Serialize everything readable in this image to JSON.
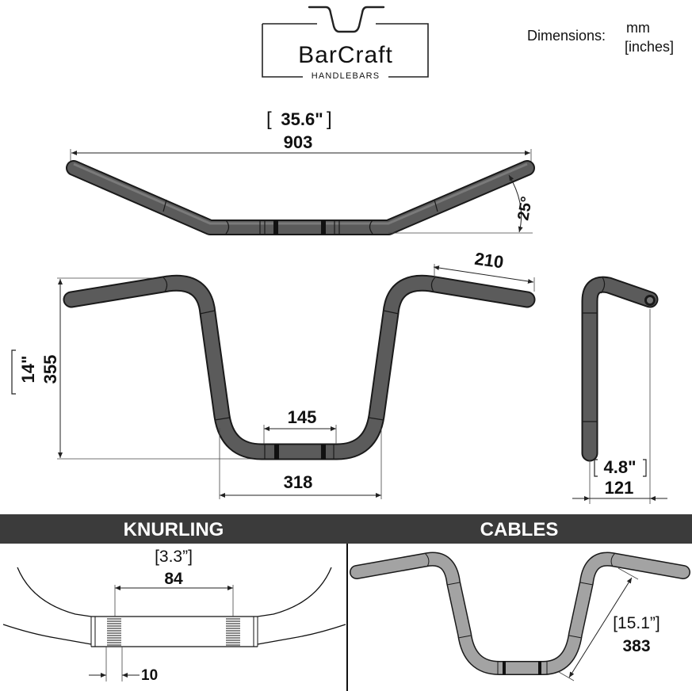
{
  "brand": {
    "name": "BarCraft",
    "tagline": "HANDLEBARS"
  },
  "legend": {
    "label": "Dimensions:",
    "unit_primary": "mm",
    "unit_secondary": "[inches]"
  },
  "front_view": {
    "overall_width_in": "35.6\"",
    "overall_width_mm": "903",
    "pullback_angle": "25°"
  },
  "rear_view": {
    "rise_in": "14\"",
    "rise_mm": "355",
    "center_width_mm": "145",
    "base_width_mm": "318",
    "grip_length_mm": "210"
  },
  "side_view": {
    "pullback_in": "4.8\"",
    "pullback_mm": "121"
  },
  "knurling": {
    "title": "KNURLING",
    "spacing_in": "[3.3”]",
    "spacing_mm": "84",
    "width_mm": "10"
  },
  "cables": {
    "title": "CABLES",
    "length_in": "[15.1”]",
    "length_mm": "383"
  },
  "colors": {
    "tube_dark": "#5b5b5b",
    "tube_light": "#a3a3a3",
    "section_bar": "#3b3b3b"
  }
}
